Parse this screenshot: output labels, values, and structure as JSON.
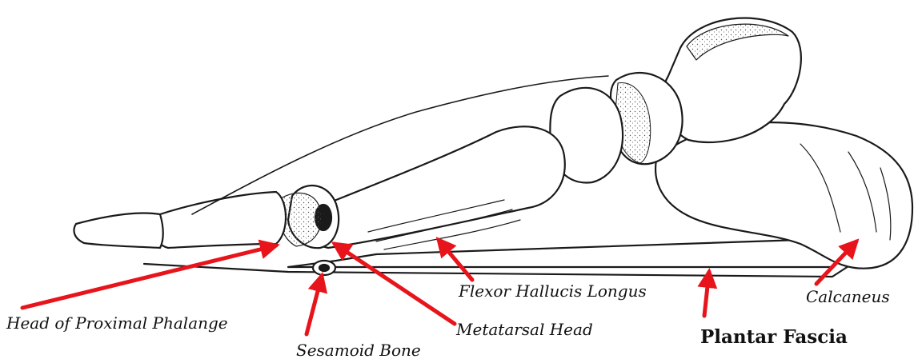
{
  "labels": {
    "head_of_proximal_phalange": "Head of Proximal Phalange",
    "sesamoid_bone": "Sesamoid Bone",
    "metatarsal_head": "Metatarsal Head",
    "flexor_hallucis_longus": "Flexor Hallucis Longus",
    "plantar_fascia": "Plantar Fascia",
    "calcaneus": "Calcaneus"
  },
  "colors": {
    "arrow": "#e8141b",
    "ink": "#1a1a1a",
    "stipple": "#6a6a6a"
  }
}
